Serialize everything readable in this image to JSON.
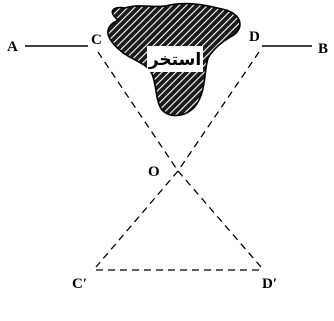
{
  "points": {
    "A": "A",
    "B": "B",
    "C": "C",
    "D": "D",
    "O": "O",
    "C_prime": "C′",
    "D_prime": "D′"
  },
  "pool": {
    "label": "استخر",
    "pattern": "diagonal-hatch"
  },
  "colors": {
    "line": "#000000",
    "pool_fill": "#1a1a1a",
    "pool_hatch": "#ffffff",
    "label_bg": "#ffffff"
  }
}
